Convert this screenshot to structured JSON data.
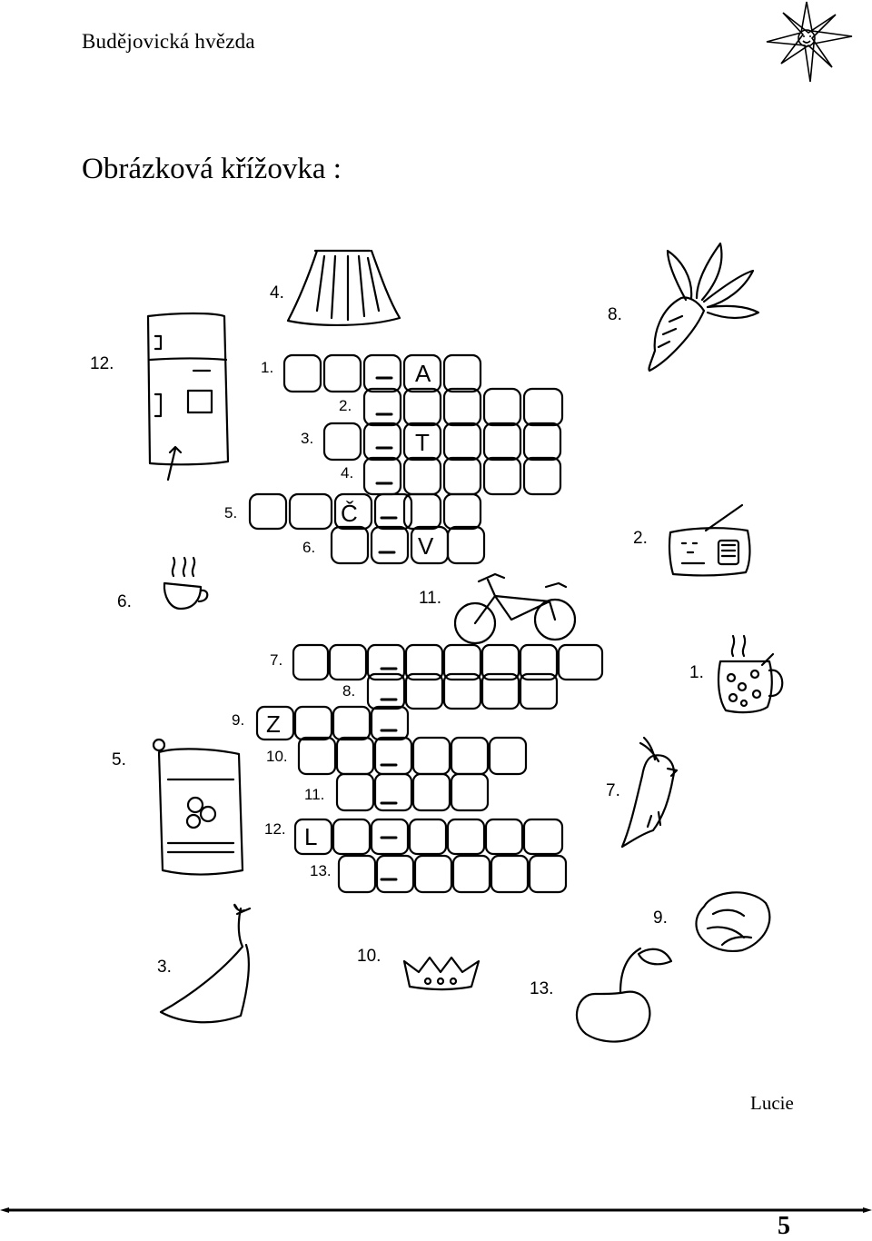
{
  "header": {
    "title": "Budějovická  hvězda"
  },
  "page_title": "Obrázková křížovka :",
  "crossword": {
    "upper": {
      "clue_numbers": [
        "1.",
        "2.",
        "3.",
        "4.",
        "5.",
        "6."
      ],
      "letters": [
        "A",
        "T",
        "Č",
        "V"
      ]
    },
    "lower": {
      "clue_numbers": [
        "7.",
        "8.",
        "9.",
        "10.",
        "11.",
        "12.",
        "13."
      ],
      "letters": [
        "Z",
        "L"
      ]
    },
    "picture_numbers": [
      "1.",
      "2.",
      "3.",
      "4.",
      "5.",
      "6.",
      "7.",
      "8.",
      "9.",
      "10.",
      "11.",
      "12.",
      "13."
    ]
  },
  "author": "Lucie",
  "page_number": "5"
}
